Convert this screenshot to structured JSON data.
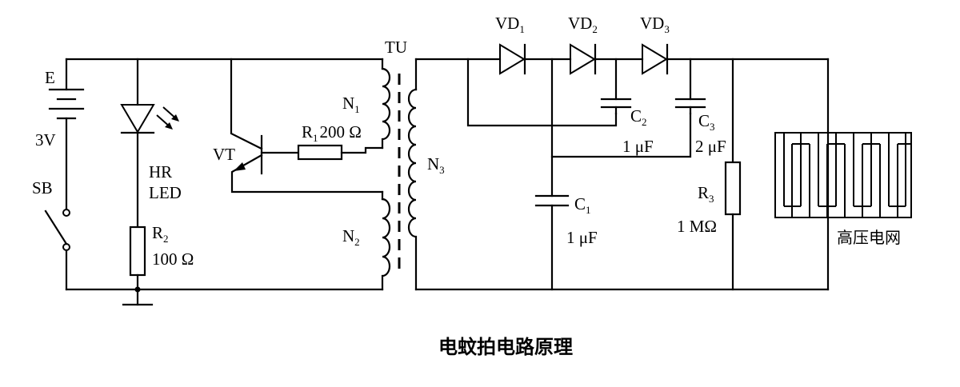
{
  "caption": "电蚊拍电路原理",
  "labels": {
    "battery_name": "E",
    "battery_voltage": "3V",
    "switch_name": "SB",
    "led_name_1": "HR",
    "led_name_2": "LED",
    "r2_name": "R",
    "r2_sub": "2",
    "r2_value": "100 Ω",
    "transistor_name": "VT",
    "r1_name": "R",
    "r1_sub": "1",
    "r1_value": "200 Ω",
    "transformer_name": "TU",
    "n1_name": "N",
    "n1_sub": "1",
    "n2_name": "N",
    "n2_sub": "2",
    "n3_name": "N",
    "n3_sub": "3",
    "vd1_name": "VD",
    "vd1_sub": "1",
    "vd2_name": "VD",
    "vd2_sub": "2",
    "vd3_name": "VD",
    "vd3_sub": "3",
    "c1_name": "C",
    "c1_sub": "1",
    "c1_value": "1 μF",
    "c2_name": "C",
    "c2_sub": "2",
    "c2_value": "1 μF",
    "c3_name": "C",
    "c3_sub": "3",
    "c3_value": "2 μF",
    "r3_name": "R",
    "r3_sub": "3",
    "r3_value": "1 MΩ",
    "grid_name": "高压电网"
  }
}
